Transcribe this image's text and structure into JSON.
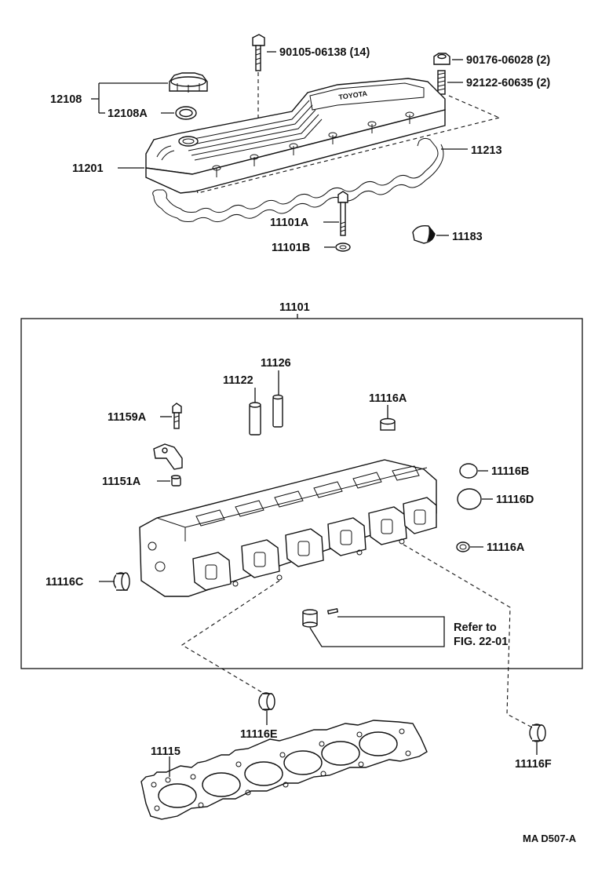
{
  "labels": {
    "bolt_90105": "90105-06138 (14)",
    "nut_90176": "90176-06028 (2)",
    "stud_92122": "92122-60635 (2)",
    "cap_12108": "12108",
    "gasket_12108A": "12108A",
    "cover_11201": "11201",
    "gasket_11213": "11213",
    "bolt_11101A": "11101A",
    "washer_11101B": "11101B",
    "plug_11183": "11183",
    "head_11101": "11101",
    "guide_11126": "11126",
    "guide_11122": "11122",
    "plug_11116A_top": "11116A",
    "bolt_11159A": "11159A",
    "bracket_11151A": "11151A",
    "plug_11116B": "11116B",
    "plug_11116D": "11116D",
    "plug_11116A_right": "11116A",
    "plug_11116C": "11116C",
    "refer_line1": "Refer to",
    "refer_line2": "FIG. 22-01",
    "plug_11116E": "11116E",
    "gasket_11115": "11115",
    "plug_11116F": "11116F",
    "figure_code": "MA  D507-A"
  }
}
